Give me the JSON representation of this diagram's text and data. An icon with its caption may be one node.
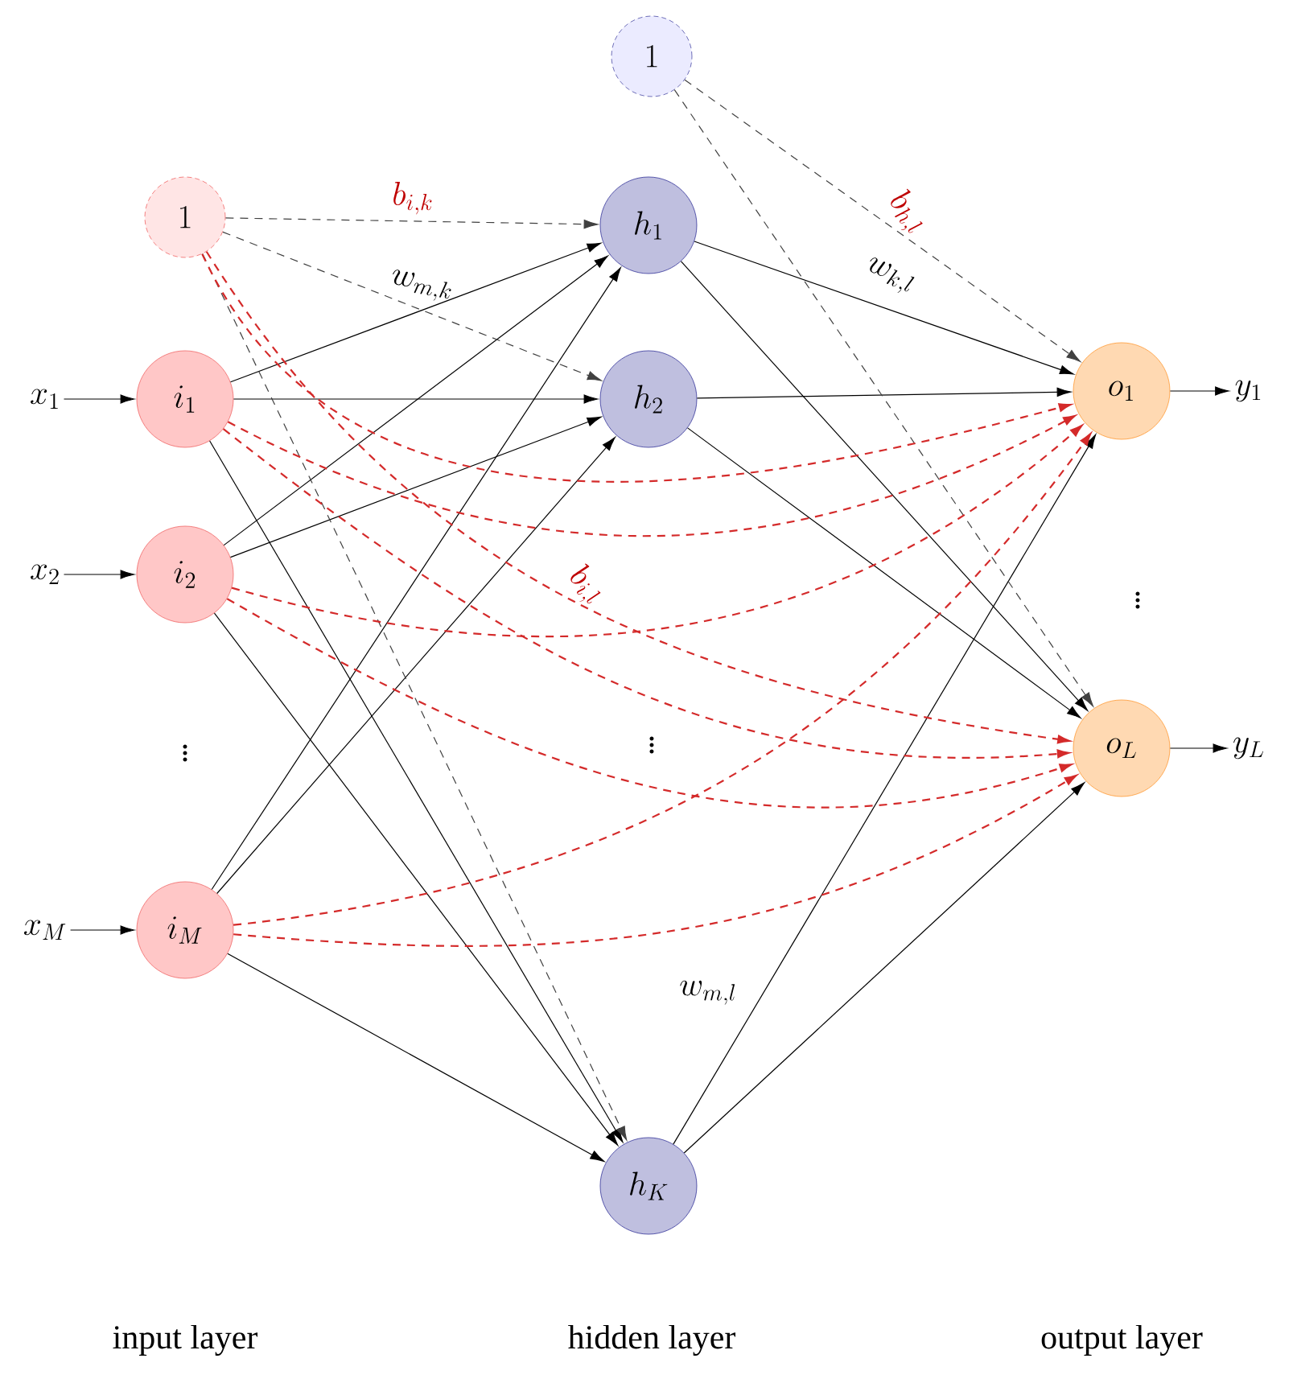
{
  "diagram": {
    "nodes": [
      {
        "text": [
          "1"
        ]
      },
      {
        "text": [
          "i_1"
        ]
      },
      {
        "text": [
          "i_2"
        ]
      },
      {
        "text": [
          "i_M"
        ]
      },
      {
        "text": [
          "1"
        ]
      },
      {
        "text": [
          "h_1"
        ]
      },
      {
        "text": [
          "h_2"
        ]
      },
      {
        "text": [
          "h_K"
        ]
      },
      {
        "text": [
          "o_1"
        ]
      },
      {
        "text": [
          "o_L"
        ]
      },
      {
        "text": [
          "x_1"
        ]
      },
      {
        "text": [
          "x_2"
        ]
      },
      {
        "text": [
          "x_M"
        ]
      },
      {
        "text": [
          "y_1"
        ]
      },
      {
        "text": [
          "y_L"
        ]
      }
    ],
    "edges": [
      {
        "from": 10,
        "to": 1,
        "arrow": "to"
      },
      {
        "from": 11,
        "to": 2,
        "arrow": "to"
      },
      {
        "from": 12,
        "to": 3,
        "arrow": "to"
      },
      {
        "from": 8,
        "to": 13,
        "arrow": "to"
      },
      {
        "from": 9,
        "to": 14,
        "arrow": "to"
      },
      {
        "from": 1,
        "to": 5,
        "arrow": "to"
      },
      {
        "from": 1,
        "to": 6,
        "arrow": "to"
      },
      {
        "from": 1,
        "to": 7,
        "arrow": "to"
      },
      {
        "from": 2,
        "to": 5,
        "arrow": "to"
      },
      {
        "from": 2,
        "to": 6,
        "arrow": "to"
      },
      {
        "from": 2,
        "to": 7,
        "arrow": "to"
      },
      {
        "from": 3,
        "to": 5,
        "arrow": "to"
      },
      {
        "from": 3,
        "to": 6,
        "arrow": "to"
      },
      {
        "from": 3,
        "to": 7,
        "arrow": "to"
      },
      {
        "from": 5,
        "to": 8,
        "arrow": "to"
      },
      {
        "from": 5,
        "to": 9,
        "arrow": "to"
      },
      {
        "from": 6,
        "to": 8,
        "arrow": "to"
      },
      {
        "from": 6,
        "to": 9,
        "arrow": "to"
      },
      {
        "from": 7,
        "to": 8,
        "arrow": "to"
      },
      {
        "from": 7,
        "to": 9,
        "arrow": "to"
      },
      {
        "from": 0,
        "to": 5,
        "arrow": "to",
        "style": "dashed",
        "label": "b_{i,k}"
      },
      {
        "from": 0,
        "to": 6,
        "arrow": "to",
        "style": "dashed"
      },
      {
        "from": 0,
        "to": 7,
        "arrow": "to",
        "style": "dashed"
      },
      {
        "from": 4,
        "to": 8,
        "arrow": "to",
        "style": "dashed",
        "label": "b_{h,l}"
      },
      {
        "from": 4,
        "to": 9,
        "arrow": "to",
        "style": "dashed"
      },
      {
        "from": 0,
        "to": 8,
        "arrow": "to",
        "style": "dashed",
        "color": "#d42a2a"
      },
      {
        "from": 0,
        "to": 9,
        "arrow": "to",
        "style": "dashed",
        "color": "#d42a2a",
        "label": "b_{i,l}"
      },
      {
        "from": 1,
        "to": 8,
        "arrow": "to",
        "style": "dashed",
        "color": "#d42a2a"
      },
      {
        "from": 1,
        "to": 9,
        "arrow": "to",
        "style": "dashed",
        "color": "#d42a2a"
      },
      {
        "from": 2,
        "to": 8,
        "arrow": "to",
        "style": "dashed",
        "color": "#d42a2a"
      },
      {
        "from": 2,
        "to": 9,
        "arrow": "to",
        "style": "dashed",
        "color": "#d42a2a"
      },
      {
        "from": 3,
        "to": 8,
        "arrow": "to",
        "style": "dashed",
        "color": "#d42a2a"
      },
      {
        "from": 3,
        "to": 9,
        "arrow": "to",
        "style": "dashed",
        "color": "#d42a2a"
      }
    ],
    "labels": [
      "w_{m,k}",
      "w_{k,l}",
      "\\vdots",
      "\\vdots",
      "\\vdots",
      "w_{m,l}",
      "input layer",
      "hidden layer",
      "output layer"
    ]
  }
}
